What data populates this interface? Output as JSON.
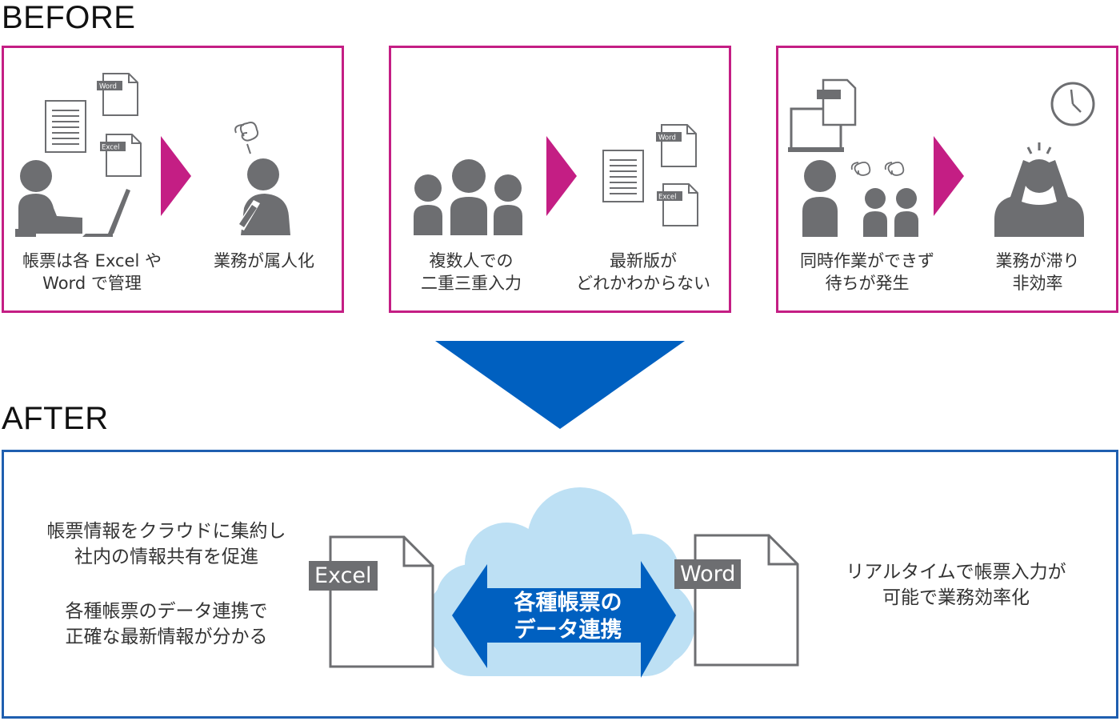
{
  "before_heading": "BEFORE",
  "after_heading": "AFTER",
  "before_panels": [
    {
      "left_caption": [
        "帳票は各 Excel や",
        "Word で管理"
      ],
      "right_caption": [
        "業務が属人化"
      ],
      "doc_tags": [
        "Word",
        "Excel"
      ]
    },
    {
      "left_caption": [
        "複数人での",
        "二重三重入力"
      ],
      "right_caption": [
        "最新版が",
        "どれかわからない"
      ],
      "doc_tags": [
        "Word",
        "Excel"
      ]
    },
    {
      "left_caption": [
        "同時作業ができず",
        "待ちが発生"
      ],
      "right_caption": [
        "業務が滞り",
        "非効率"
      ]
    }
  ],
  "after": {
    "left_text_1": [
      "帳票情報をクラウドに集約し",
      "社内の情報共有を促進"
    ],
    "left_text_2": [
      "各種帳票のデータ連携で",
      "正確な最新情報が分かる"
    ],
    "excel_tag": "Excel",
    "word_tag": "Word",
    "cloud_label": [
      "各種帳票の",
      "データ連携"
    ],
    "right_text": [
      "リアルタイムで帳票入力が",
      "可能で業務効率化"
    ]
  },
  "colors": {
    "before_border": "#c41e84",
    "after_border": "#1f5fb0",
    "arrow_blue": "#0060c0",
    "cloud": "#bde0f4",
    "icon_gray": "#6d6e71"
  }
}
